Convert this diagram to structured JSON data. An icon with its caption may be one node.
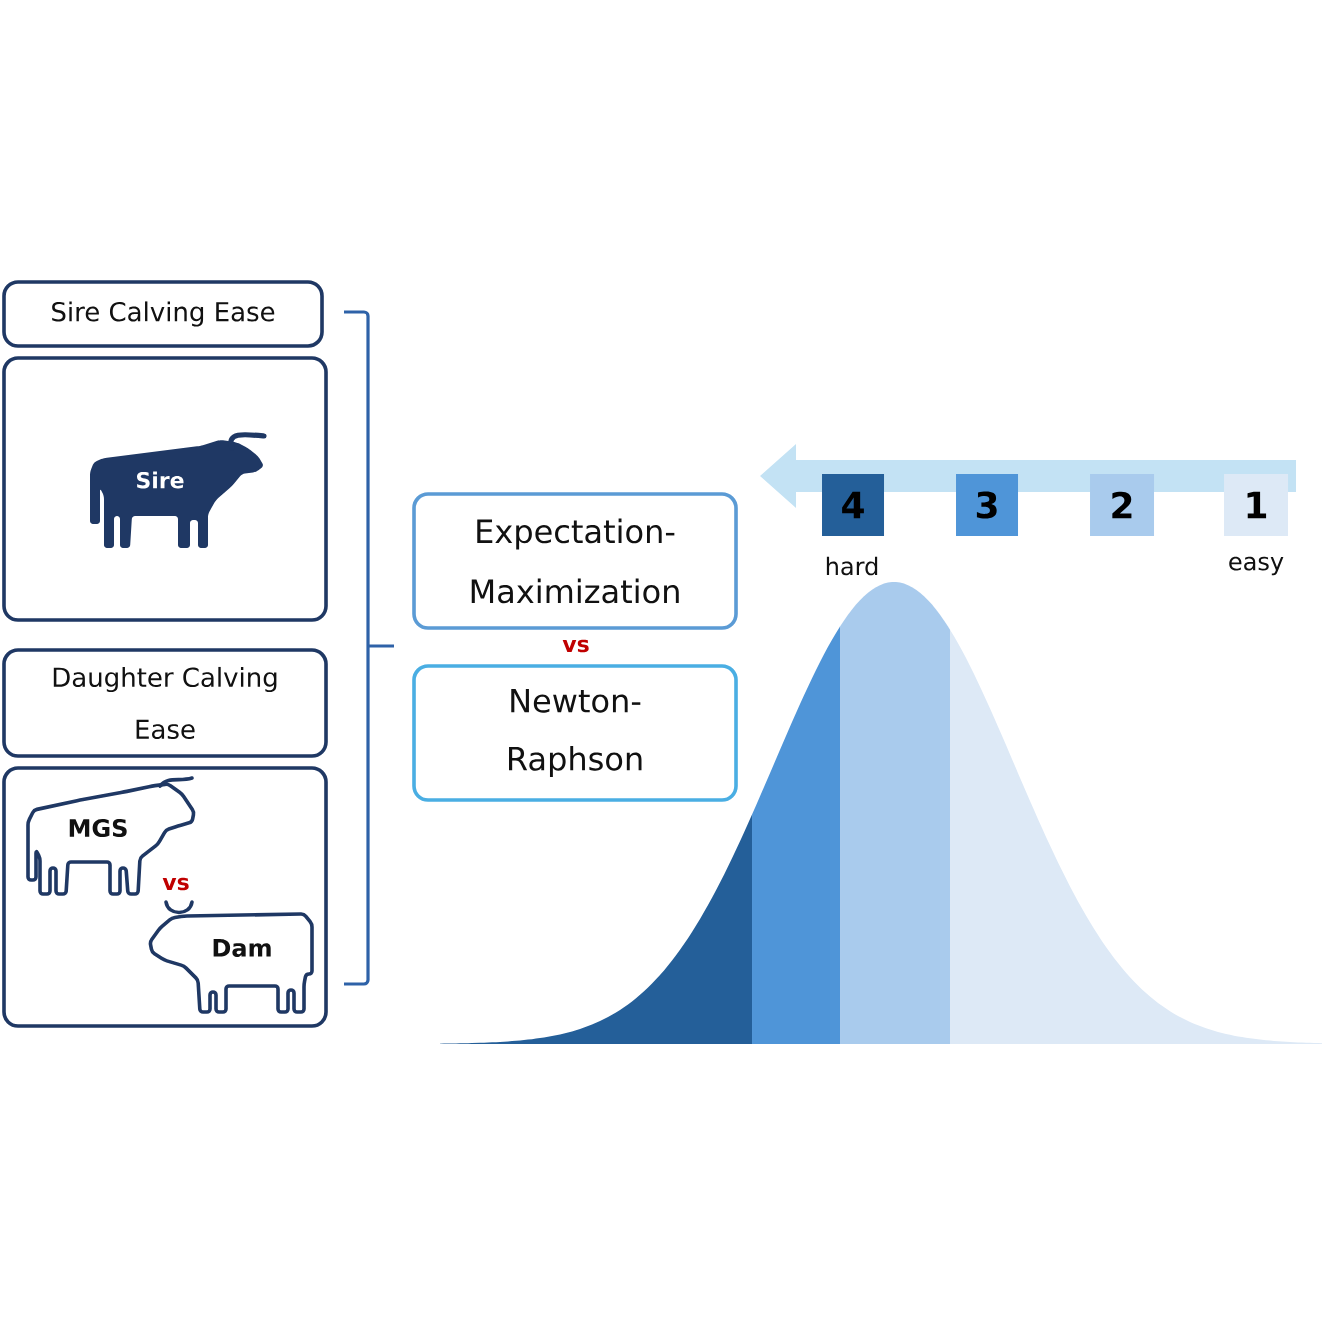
{
  "diagram": {
    "nodes": [
      {
        "text": [
          "Sire Calving Ease"
        ]
      },
      {
        "text": [
          "Sire"
        ]
      },
      {
        "text": [
          "Daughter Calving Ease"
        ]
      },
      {
        "text": [
          "MGS",
          "vs",
          "Dam"
        ]
      },
      {
        "text": [
          "Expectation- Maximization"
        ]
      },
      {
        "text": [
          "Newton- Raphson"
        ]
      },
      {
        "text": [
          "4"
        ],
        "beside": [
          "hard"
        ]
      },
      {
        "text": [
          "3"
        ]
      },
      {
        "text": [
          "2"
        ]
      },
      {
        "text": [
          "1"
        ],
        "beside": [
          "easy"
        ]
      }
    ],
    "labels": [
      "vs"
    ]
  }
}
